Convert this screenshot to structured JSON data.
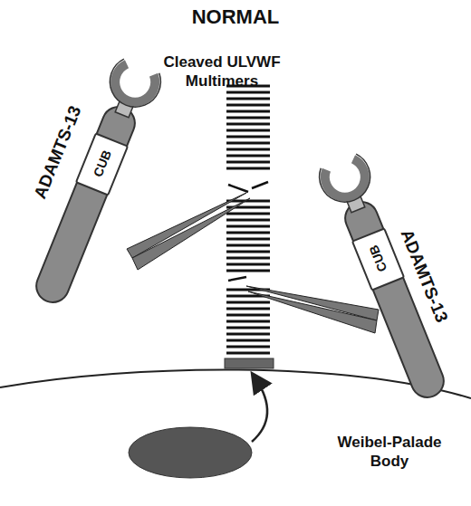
{
  "diagram": {
    "title": "NORMAL",
    "nodes": [
      {
        "text": [
          "ADAMTS-13"
        ]
      },
      {
        "text": [
          "CUB"
        ],
        "in": 0
      },
      {
        "text": [
          "ADAMTS-13"
        ]
      },
      {
        "text": [
          "CUB"
        ],
        "in": 2
      }
    ],
    "labels": [
      "Cleaved ULVWF Multimers",
      "Weibel-Palade Body"
    ]
  }
}
